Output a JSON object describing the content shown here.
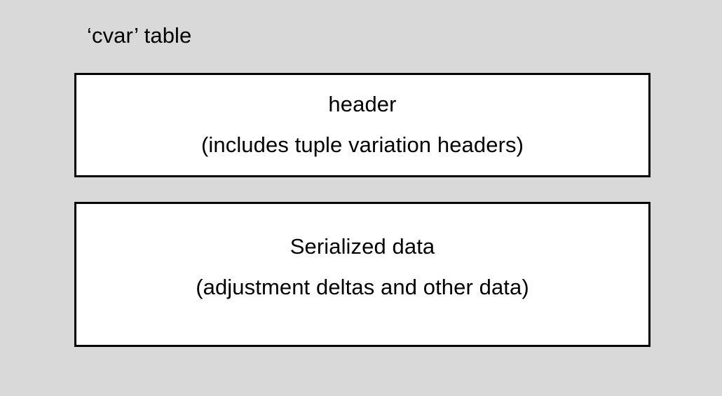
{
  "page": {
    "background_color": "#d9d9d9",
    "text_color": "#000000",
    "box_fill_color": "#ffffff",
    "box_border_color": "#000000",
    "title": "‘cvar’ table"
  },
  "boxes": [
    {
      "id": "header-box",
      "line1": "header",
      "line2": "(includes tuple variation headers)"
    },
    {
      "id": "serialized-data-box",
      "line1": "Serialized data",
      "line2": "(adjustment deltas and other data)"
    }
  ]
}
